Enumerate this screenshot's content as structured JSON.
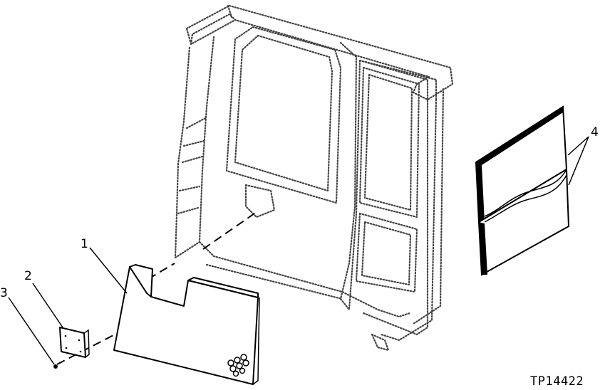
{
  "callouts": [
    "1",
    "2",
    "3",
    "4"
  ],
  "figure_code": "TP14422"
}
